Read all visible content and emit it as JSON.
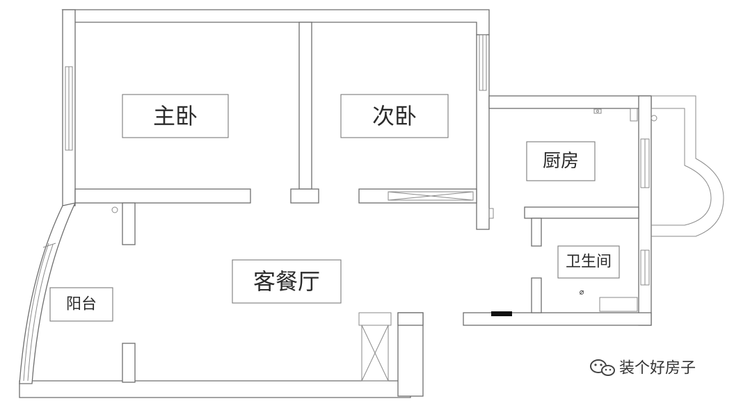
{
  "rooms": {
    "master_bedroom": "主卧",
    "second_bedroom": "次卧",
    "kitchen": "厨房",
    "bathroom": "卫生间",
    "living_dining": "客餐厅",
    "balcony": "阳台"
  },
  "watermark": {
    "text": "装个好房子",
    "icon": "wechat-icon"
  }
}
